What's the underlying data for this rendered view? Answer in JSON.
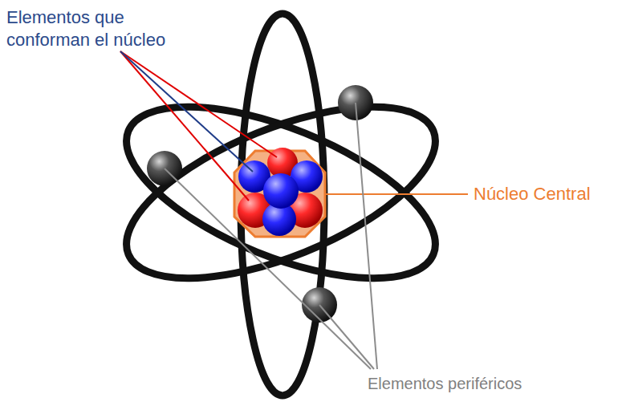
{
  "diagram": {
    "labels": [
      "Elementos que conforman el núcleo",
      "Núcleo Central",
      "Elementos periféricos"
    ]
  }
}
